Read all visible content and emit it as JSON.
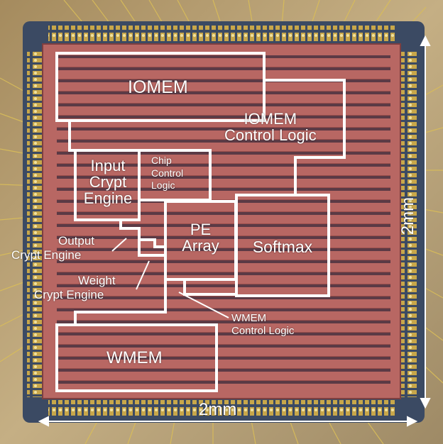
{
  "blocks": {
    "iomem": "IOMEM",
    "iomem_control_logic": [
      "IOMEM",
      "Control Logic"
    ],
    "input_crypt_engine": [
      "Input",
      "Crypt",
      "Engine"
    ],
    "chip_control_logic": [
      "Chip",
      "Control",
      "Logic"
    ],
    "pe_array": [
      "PE",
      "Array"
    ],
    "softmax": "Softmax",
    "output_crypt_engine": [
      "Output",
      "Crypt Engine"
    ],
    "weight_crypt_engine": [
      "Weight",
      "Crypt Engine"
    ],
    "wmem_control_logic": [
      "WMEM",
      "Control Logic"
    ],
    "wmem": "WMEM"
  },
  "dimensions": {
    "width": "2mm",
    "height": "2mm"
  },
  "colors": {
    "die_red": "#b86763",
    "die_red_dark": "#9c4f4c",
    "metal_line": "#5b3a45",
    "substrate": "#3b4a63",
    "bond_wire": "#d9bd59",
    "package": "#b8a27a",
    "outline": "#ffffff"
  }
}
